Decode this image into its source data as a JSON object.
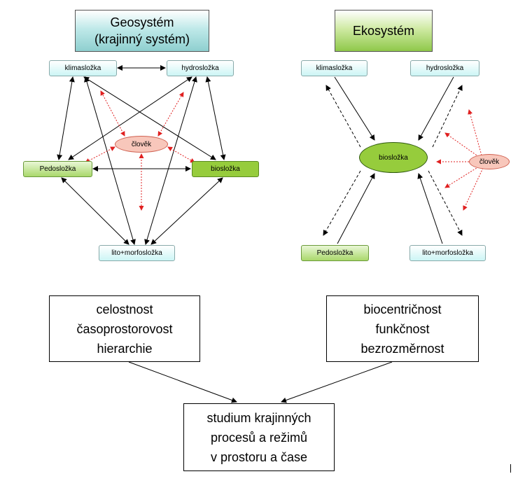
{
  "geosystem": {
    "title_line1": "Geosystém",
    "title_line2": "(krajinný systém)",
    "nodes": {
      "klimaslozka": "klimasložka",
      "hydroslozka": "hydrosložka",
      "clovek": "člověk",
      "pedoslozka": "Pedosložka",
      "bioslozka": "biosložka",
      "lito": "lito+morfosložka"
    },
    "properties": [
      "celostnost",
      "časoprostorovost",
      "hierarchie"
    ]
  },
  "ekosystem": {
    "title": "Ekosystém",
    "nodes": {
      "klimaslozka": "klimasložka",
      "hydroslozka": "hydrosložka",
      "bioslozka": "biosložka",
      "clovek": "člověk",
      "pedoslozka": "Pedosložka",
      "lito": "lito+morfosložka"
    },
    "properties": [
      "biocentričnost",
      "funkčnost",
      "bezrozměrnost"
    ]
  },
  "result": [
    "studium krajinných",
    "procesů a režimů",
    "v prostoru a čase"
  ],
  "colors": {
    "black_arrow": "#000000",
    "red_arrow": "#e02020",
    "teal_box": "#ccf5f5",
    "green_box": "#96cc3c",
    "red_ellipse": "#f8c7bb"
  }
}
